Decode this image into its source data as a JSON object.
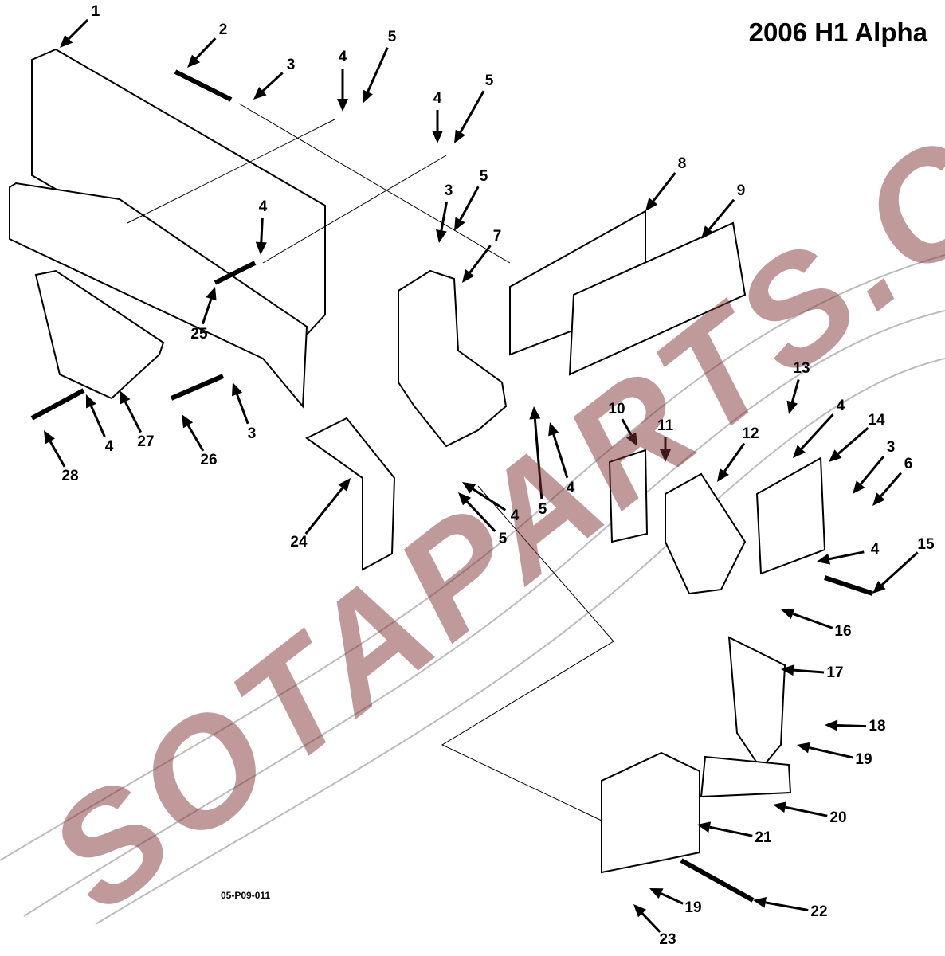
{
  "title": "2006 H1 Alpha",
  "figure_id": "05-P09-011",
  "watermark": "SOTAPARTS.COM",
  "callouts": [
    "1",
    "2",
    "3",
    "4",
    "5",
    "5",
    "4",
    "5",
    "3",
    "7",
    "8",
    "9",
    "4",
    "25",
    "13",
    "4",
    "14",
    "3",
    "6",
    "10",
    "11",
    "12",
    "15",
    "4",
    "16",
    "4",
    "5",
    "4",
    "5",
    "24",
    "27",
    "4",
    "28",
    "26",
    "3",
    "17",
    "18",
    "19",
    "20",
    "21",
    "22",
    "19",
    "23"
  ]
}
